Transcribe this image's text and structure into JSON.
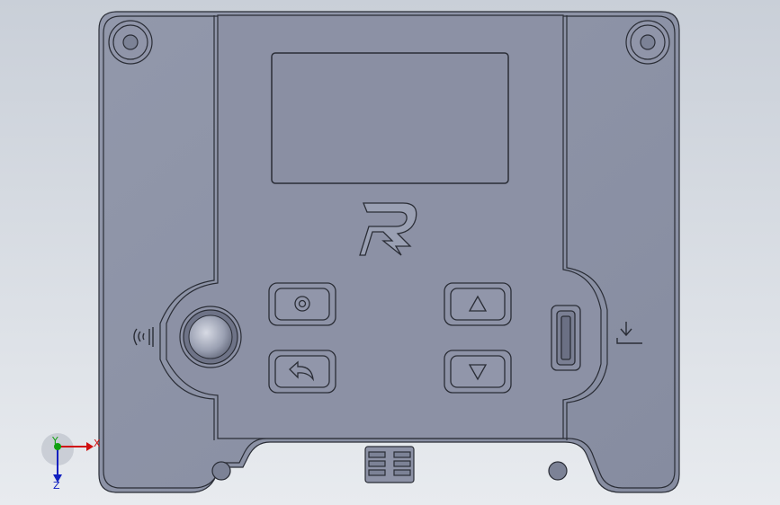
{
  "viewport": {
    "background_top": "#c9cfd8",
    "background_bottom": "#e8ebef"
  },
  "device": {
    "body_color": "#8f95a8",
    "panel_color": "#8d92a6",
    "edge_color": "#2a2d36",
    "screen_color": "#8a8fa3",
    "logo_glyph": "R"
  },
  "buttons": [
    {
      "name": "select-button",
      "icon": "circle-icon"
    },
    {
      "name": "up-button",
      "icon": "triangle-up-icon"
    },
    {
      "name": "back-button",
      "icon": "back-arrow-icon"
    },
    {
      "name": "down-button",
      "icon": "triangle-down-icon"
    }
  ],
  "icons": {
    "sound": "sound-wave-icon",
    "download": "download-icon"
  },
  "triad": {
    "x_label": "X",
    "y_label": "Y",
    "z_label": "Z",
    "x_color": "#d01010",
    "y_color": "#10a010",
    "z_color": "#1020c0"
  }
}
